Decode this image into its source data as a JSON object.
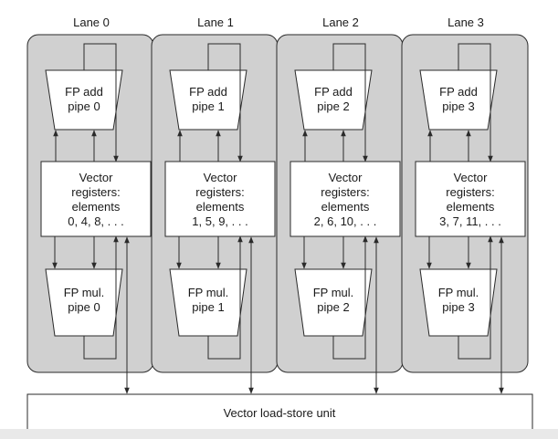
{
  "lanes": [
    {
      "name": "Lane 0",
      "add_pipe": [
        "FP add",
        "pipe 0"
      ],
      "registers": [
        "Vector",
        "registers:",
        "elements",
        "0, 4, 8, . . ."
      ],
      "mul_pipe": [
        "FP mul.",
        "pipe 0"
      ]
    },
    {
      "name": "Lane 1",
      "add_pipe": [
        "FP add",
        "pipe 1"
      ],
      "registers": [
        "Vector",
        "registers:",
        "elements",
        "1, 5, 9, . . ."
      ],
      "mul_pipe": [
        "FP mul.",
        "pipe 1"
      ]
    },
    {
      "name": "Lane 2",
      "add_pipe": [
        "FP add",
        "pipe 2"
      ],
      "registers": [
        "Vector",
        "registers:",
        "elements",
        "2, 6, 10, . . ."
      ],
      "mul_pipe": [
        "FP mul.",
        "pipe 2"
      ]
    },
    {
      "name": "Lane 3",
      "add_pipe": [
        "FP add",
        "pipe 3"
      ],
      "registers": [
        "Vector",
        "registers:",
        "elements",
        "3, 7, 11, . . ."
      ],
      "mul_pipe": [
        "FP mul.",
        "pipe 3"
      ]
    }
  ],
  "load_store_unit": "Vector load-store unit",
  "colors": {
    "lane_fill": "#d0d0d0",
    "box_fill": "#ffffff",
    "line": "#2a2a2a"
  }
}
